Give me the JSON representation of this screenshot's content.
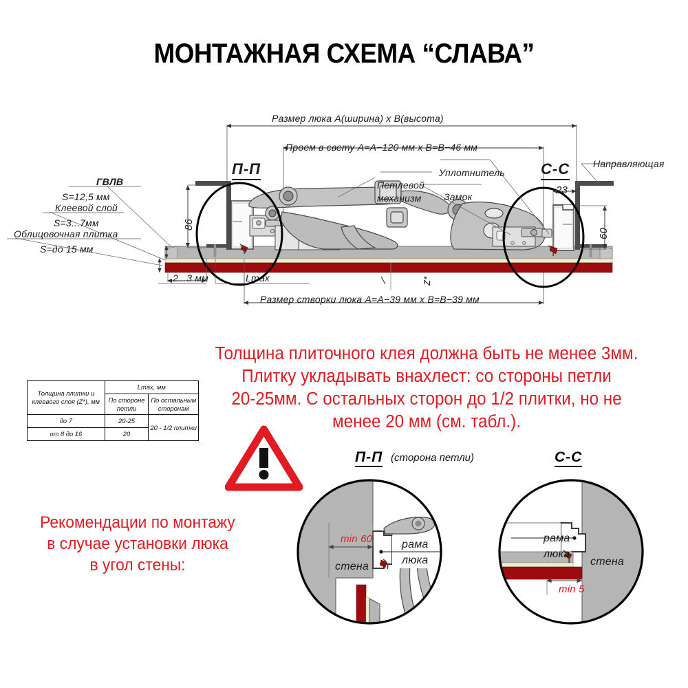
{
  "page": {
    "title": "МОНТАЖНАЯ СХЕМА “СЛАВА”",
    "accent_red": "#e01b22",
    "tile_red": "#9e0b0e",
    "metal_gray": "#b3b3b3",
    "dark_gray": "#555555"
  },
  "main_drawing": {
    "dim_top_outer": "Размер люка A(ширина) х B(высота)",
    "dim_top_inner": "Проем в свету A=A−120 мм х B=B−46 мм",
    "dim_bottom": "Размер створки люка A=A−39 мм х B=B−39 мм",
    "section_left": "П-П",
    "section_right": "С-С",
    "callouts": {
      "gvlv_name": "ГВЛВ",
      "gvlv_value": "S=12,5 мм",
      "glue_name": "Клеевой слой",
      "glue_value": "S=3...7мм",
      "tile_name": "Облицовочная плитка",
      "tile_value": "S=до 15 мм",
      "hinge": "Петлевой",
      "hinge2": "механизм",
      "seal": "Уплотнитель",
      "lock": "Замок",
      "guide": "Направляющая"
    },
    "dims": {
      "h86": "86",
      "h60": "60",
      "w23": "23",
      "gap": "2...3 мм",
      "lmax": "Lmax",
      "zstar": "Z*"
    }
  },
  "note_main": {
    "line1": "Толщина плиточного клея должна быть не менее 3мм.",
    "line2": "Плитку укладывать внахлест: со стороны петли",
    "line3": "20-25мм. С остальных сторон до 1/2 плитки, но не",
    "line4": "менее 20 мм (см. табл.)."
  },
  "note_corner": {
    "line1": "Рекомендации по монтажу",
    "line2": "в случае установки люка",
    "line3": "в угол стены:"
  },
  "table": {
    "header_col1": "Толщина плитки и клеевого слоя (Z*), мм",
    "header_group": "Lmax, мм",
    "header_col2": "По стороне петли",
    "header_col3": "По остальным сторонам",
    "rows": [
      {
        "thickness": "до 7",
        "hinge_side": "20-25",
        "other_sides": "20 - 1/2 плитки"
      },
      {
        "thickness": "от 8 до 16",
        "hinge_side": "20",
        "other_sides": ""
      }
    ]
  },
  "detail_pp": {
    "title": "П-П",
    "subtitle": "(сторона петли)",
    "dim_min": "min 60",
    "label_frame_l1": "рама",
    "label_frame_l2": "люка",
    "label_wall": "стена"
  },
  "detail_cc": {
    "title": "С-С",
    "dim_min": "min 5",
    "label_frame_l1": "рама",
    "label_frame_l2": "люка",
    "label_wall": "стена"
  },
  "icons": {
    "warning": "warning-triangle-icon"
  }
}
